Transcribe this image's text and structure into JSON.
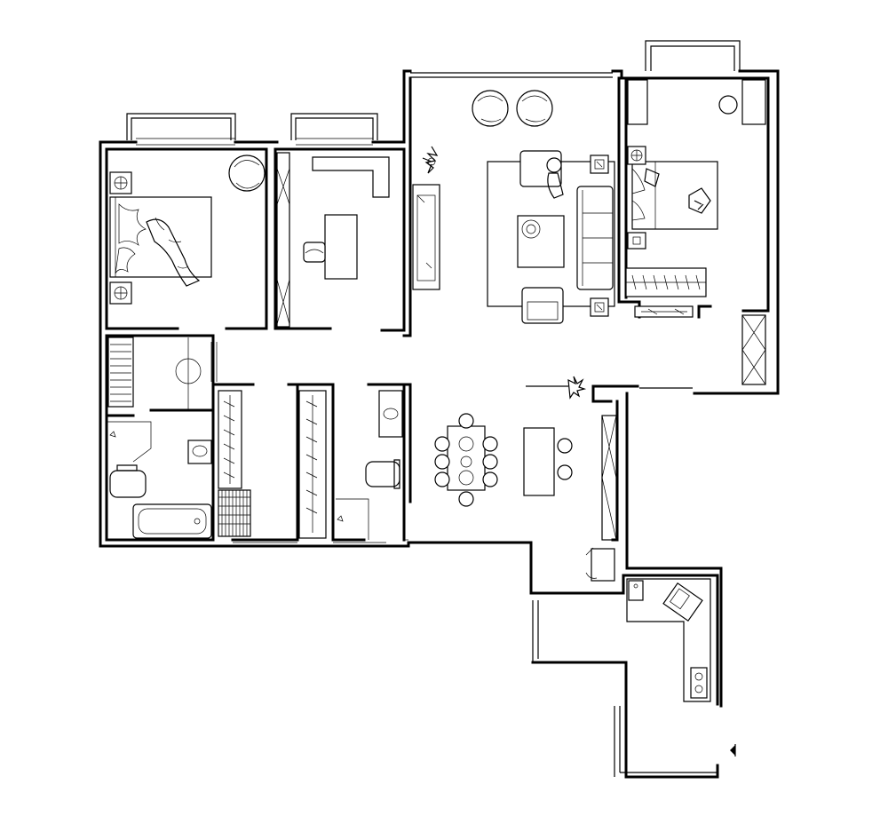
{
  "plan": {
    "kind": "apartment floor plan",
    "line_color": "#000000",
    "background": "#ffffff",
    "rooms": [
      {
        "name": "master-bedroom",
        "furniture": [
          "bed",
          "bedside-table",
          "bedside-table",
          "armchair"
        ]
      },
      {
        "name": "study",
        "furniture": [
          "desk",
          "table",
          "office-chair",
          "bookshelf"
        ]
      },
      {
        "name": "living-room",
        "furniture": [
          "sofa",
          "coffee-table",
          "armchair",
          "armchair",
          "armchair",
          "tv-cabinet",
          "plant"
        ]
      },
      {
        "name": "second-bedroom",
        "furniture": [
          "bed",
          "wardrobe",
          "dresser"
        ]
      },
      {
        "name": "bathroom-1",
        "furniture": [
          "toilet",
          "basin",
          "bathtub"
        ]
      },
      {
        "name": "bathroom-2",
        "furniture": [
          "toilet",
          "basin"
        ]
      },
      {
        "name": "walk-in-closet",
        "furniture": [
          "wardrobe",
          "wardrobe"
        ]
      },
      {
        "name": "dining-room",
        "furniture": [
          "dining-table",
          "chairs",
          "island",
          "stools"
        ]
      },
      {
        "name": "kitchen",
        "furniture": [
          "sink",
          "stove",
          "fridge"
        ]
      },
      {
        "name": "balcony",
        "furniture": []
      }
    ],
    "icons": {
      "entry": "entry-arrow-icon",
      "plant": "plant-icon",
      "lamp": "lamp-icon"
    }
  }
}
